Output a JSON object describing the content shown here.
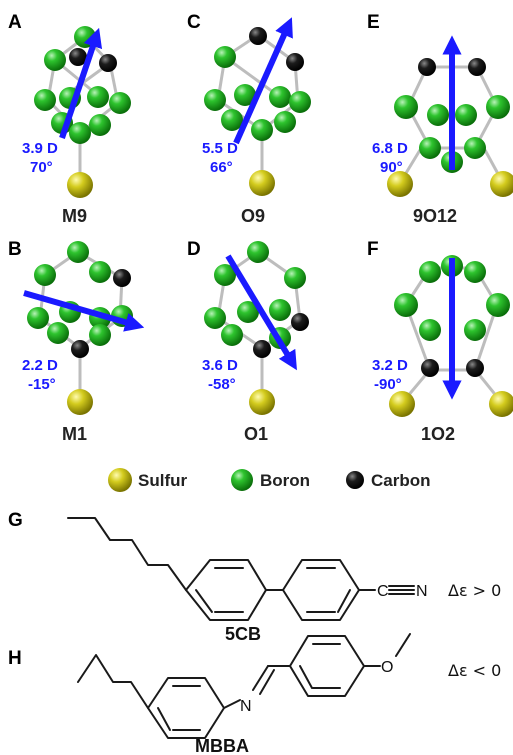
{
  "panels": [
    {
      "letter": "A",
      "name": "M9",
      "dipole": "3.9 D",
      "angle": "70°"
    },
    {
      "letter": "C",
      "name": "O9",
      "dipole": "5.5 D",
      "angle": "66°"
    },
    {
      "letter": "E",
      "name": "9O12",
      "dipole": "6.8 D",
      "angle": "90°"
    },
    {
      "letter": "B",
      "name": "M1",
      "dipole": "2.2 D",
      "angle": "-15°"
    },
    {
      "letter": "D",
      "name": "O1",
      "dipole": "3.6 D",
      "angle": "-58°"
    },
    {
      "letter": "F",
      "name": "1O2",
      "dipole": "3.2 D",
      "angle": "-90°"
    }
  ],
  "legend": {
    "sulfur": "Sulfur",
    "boron": "Boron",
    "carbon": "Carbon"
  },
  "molecules": {
    "g": {
      "letter": "G",
      "name": "5CB",
      "nitrile_c": "C",
      "nitrile_n": "N",
      "dielectric": "Δε > 0"
    },
    "h": {
      "letter": "H",
      "name": "MBBA",
      "imine_n": "N",
      "ether_o": "O",
      "dielectric": "Δε < 0"
    }
  },
  "colors": {
    "sulfur": "#c9c21a",
    "boron": "#1fb51f",
    "carbon": "#111111",
    "arrow": "#1a1aff",
    "bond": "#bdbdbd"
  }
}
